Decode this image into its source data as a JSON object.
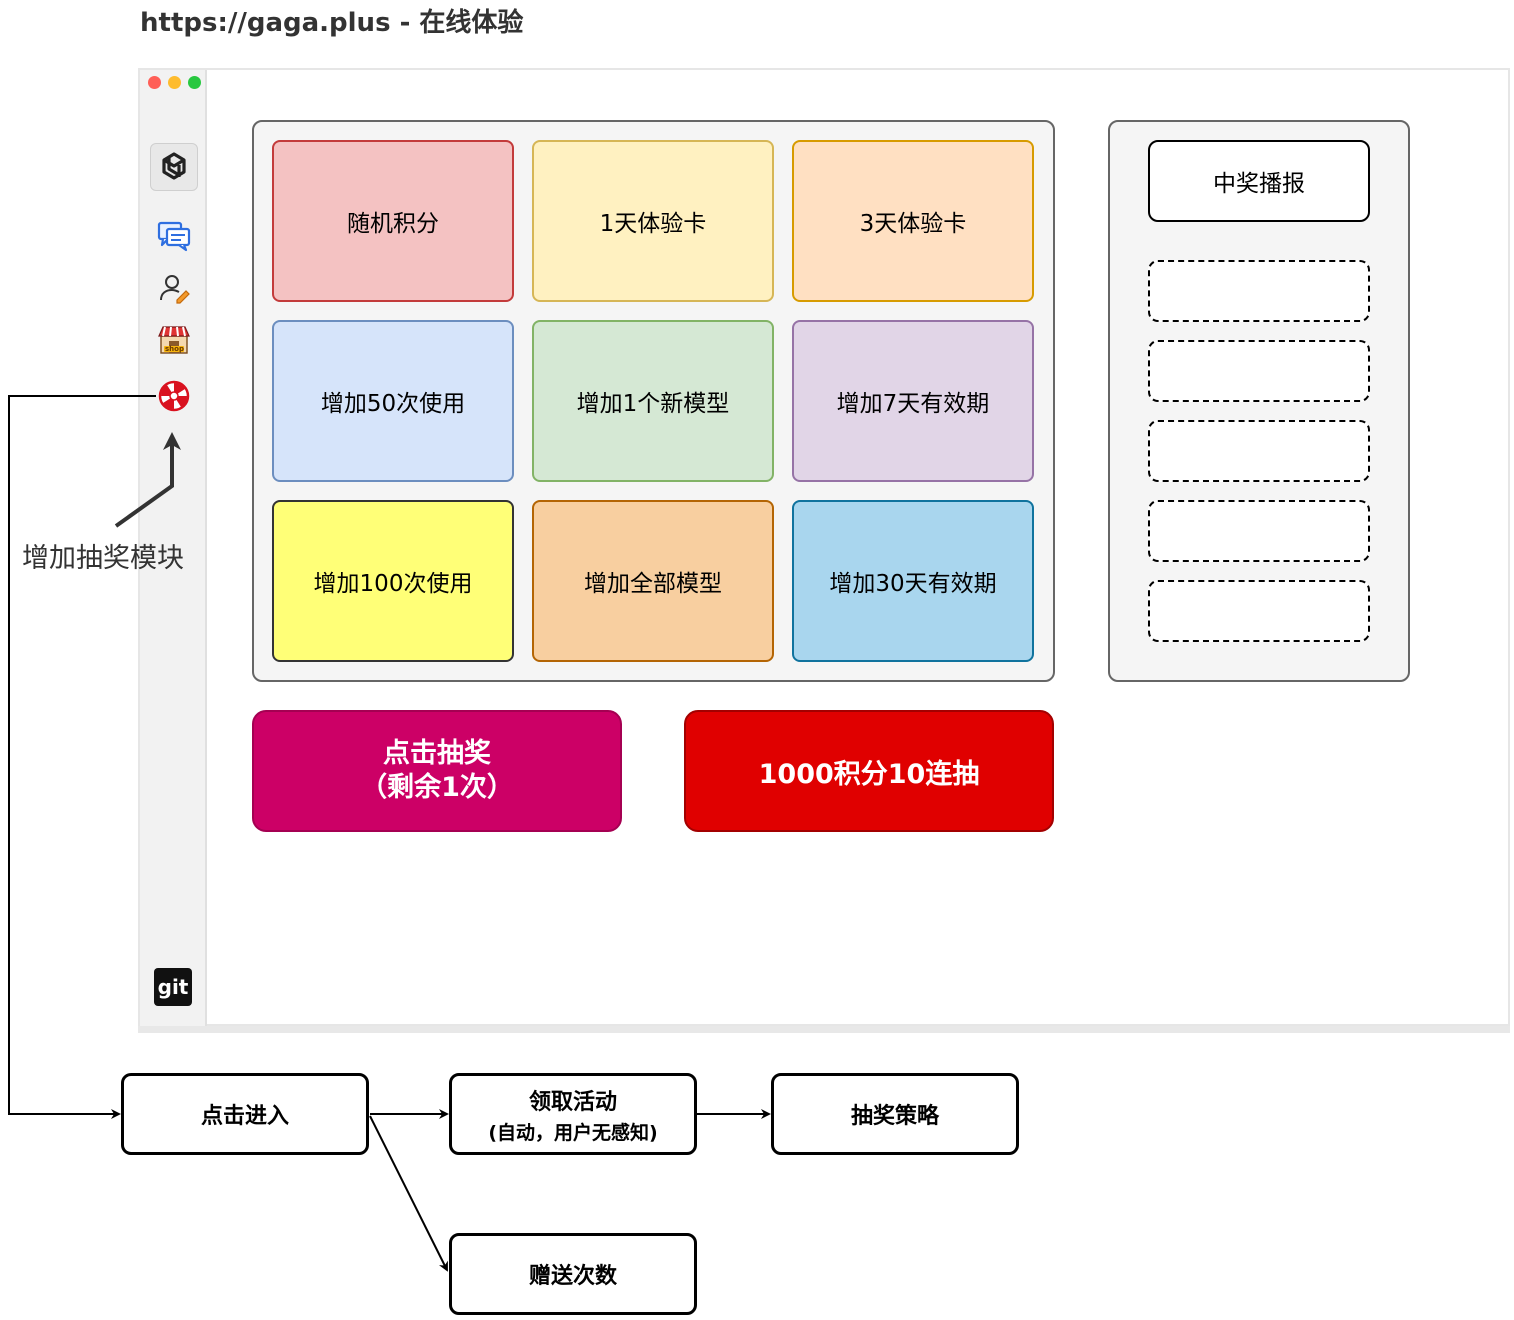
{
  "page": {
    "title": "https://gaga.plus - 在线体验"
  },
  "window": {
    "controls": [
      "close",
      "minimize",
      "maximize"
    ]
  },
  "sidebar": {
    "items": [
      {
        "icon": "openai-logo-icon"
      },
      {
        "icon": "chat-icon"
      },
      {
        "icon": "user-edit-icon"
      },
      {
        "icon": "shop-icon",
        "badge": "shop"
      },
      {
        "icon": "lottery-wheel-icon"
      }
    ],
    "footer": {
      "icon": "git-icon",
      "label": "git"
    }
  },
  "prizes": [
    {
      "label": "随机积分",
      "fill": "#f4c2c2",
      "border": "#c33b3b"
    },
    {
      "label": "1天体验卡",
      "fill": "#fff1c1",
      "border": "#d6b656"
    },
    {
      "label": "3天体验卡",
      "fill": "#ffe0c2",
      "border": "#d79b00"
    },
    {
      "label": "增加50次使用",
      "fill": "#d6e4fa",
      "border": "#6c8ebf"
    },
    {
      "label": "增加1个新模型",
      "fill": "#d5e8d4",
      "border": "#82b366"
    },
    {
      "label": "增加7天有效期",
      "fill": "#e1d5e7",
      "border": "#9673a6"
    },
    {
      "label": "增加100次使用",
      "fill": "#ffff77",
      "border": "#333333"
    },
    {
      "label": "增加全部模型",
      "fill": "#f8cfa0",
      "border": "#b46504"
    },
    {
      "label": "增加30天有效期",
      "fill": "#a9d6ee",
      "border": "#10739e"
    }
  ],
  "broadcast": {
    "title": "中奖播报",
    "slot_count": 5
  },
  "actions": {
    "draw_line1": "点击抽奖",
    "draw_line2": "（剩余1次）",
    "ten_draw": "1000积分10连抽"
  },
  "annotation": {
    "label": "增加抽奖模块"
  },
  "flow": {
    "enter": "点击进入",
    "claim": "领取活动",
    "claim_sub": "(自动，用户无感知)",
    "strategy": "抽奖策略",
    "gift": "赠送次数"
  },
  "colors": {
    "accent_draw": "#cc0066",
    "accent_ten": "#e00000",
    "panel_bg": "#f5f5f5"
  }
}
